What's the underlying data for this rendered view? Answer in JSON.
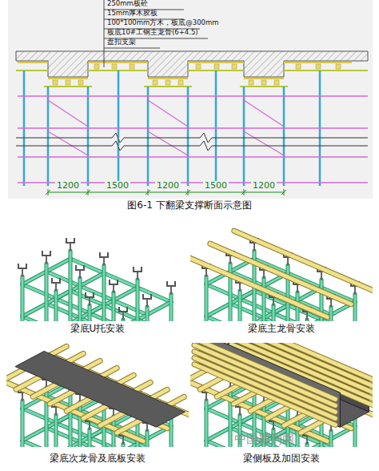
{
  "diagram": {
    "caption": "图6-1  下翻梁支撑断面示意图",
    "labels": [
      "250mm板砼",
      "15mm厚木胶板",
      "100*100mm方木，板底@300mm",
      "板底10#工钢主龙骨(6+4.5)",
      "盘扣支架",
      "1200",
      "1500",
      "1200",
      "1500",
      "1200",
      "梁底U托安装",
      "梁底主龙骨安装",
      "梁底次龙骨及底板安装",
      "梁侧板及加固安装",
      "中国期刊网"
    ]
  }
}
